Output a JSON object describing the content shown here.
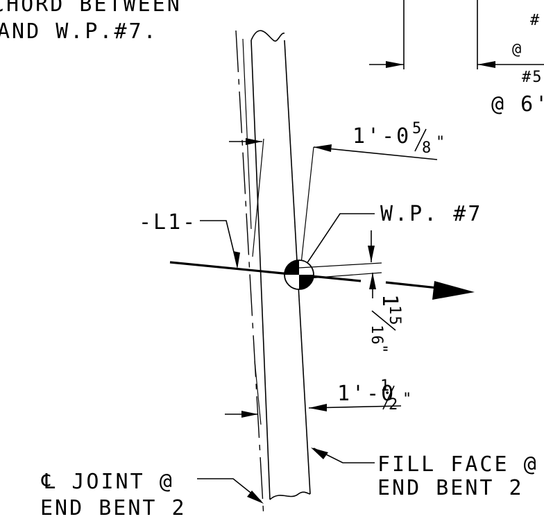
{
  "notes": {
    "top_line1": "CHORD BETWEEN",
    "top_line2": "AND W.P.#7."
  },
  "corner_labels": {
    "hash_top": "#",
    "at_left": "@",
    "hash5": "#5",
    "at_6": "@ 6'"
  },
  "dimensions": {
    "upper": {
      "feet": "1'-0",
      "num": "5",
      "den": "8",
      "inch": "\""
    },
    "lower": {
      "feet": "1'-0",
      "num": "1",
      "den": "2",
      "inch": "\""
    },
    "vertical": {
      "whole": "1",
      "num": "15",
      "den": "16",
      "inch": "\""
    }
  },
  "labels": {
    "l1": "-L1-",
    "wp": "W.P. #7",
    "fill_face_line1": "FILL FACE @",
    "fill_face_line2": "END BENT 2",
    "joint_symbol": "℄",
    "joint_line1": " JOINT @",
    "joint_line2": "END BENT 2"
  }
}
